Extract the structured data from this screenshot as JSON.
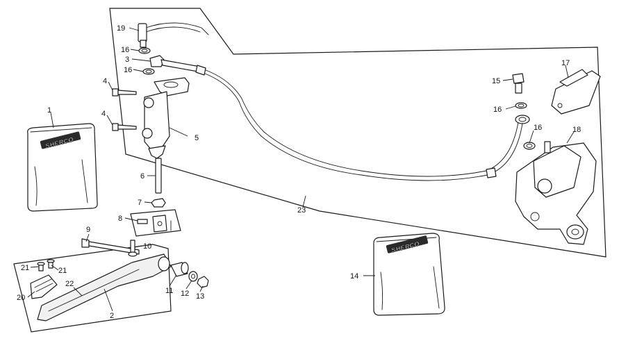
{
  "diagram": {
    "callouts": {
      "c1": "1",
      "c2": "2",
      "c3": "3",
      "c4a": "4",
      "c4b": "4",
      "c5": "5",
      "c6": "6",
      "c7": "7",
      "c8": "8",
      "c9": "9",
      "c10": "10",
      "c11": "11",
      "c12": "12",
      "c13": "13",
      "c14": "14",
      "c15": "15",
      "c16a": "16",
      "c16b": "16",
      "c16c": "16",
      "c16d": "16",
      "c17": "17",
      "c18": "18",
      "c19": "19",
      "c20": "20",
      "c21a": "21",
      "c21b": "21",
      "c22": "22",
      "c23": "23"
    },
    "brand_mark": "SHERCO"
  }
}
